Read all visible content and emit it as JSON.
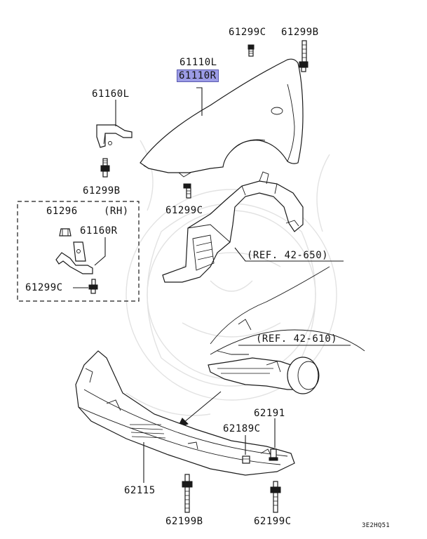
{
  "labels": {
    "p61299C_top": "61299C",
    "p61299B_top": "61299B",
    "p61110L": "61110L",
    "p61110R": "61110R",
    "p61160L": "61160L",
    "p61299B_left": "61299B",
    "p61296": "61296",
    "rh": "(RH)",
    "p61160R": "61160R",
    "p61299C_box": "61299C",
    "p61299C_mid": "61299C",
    "ref_42_650": "(REF. 42-650)",
    "ref_42_610": "(REF. 42-610)",
    "p62191": "62191",
    "p62189C": "62189C",
    "p62115": "62115",
    "p62199B": "62199B",
    "p62199C": "62199C",
    "diagram_code": "3E2HQ51"
  },
  "colors": {
    "highlight": "#9c9ce6",
    "line": "#1a1a1a",
    "watermark": "#e2e2e2"
  }
}
